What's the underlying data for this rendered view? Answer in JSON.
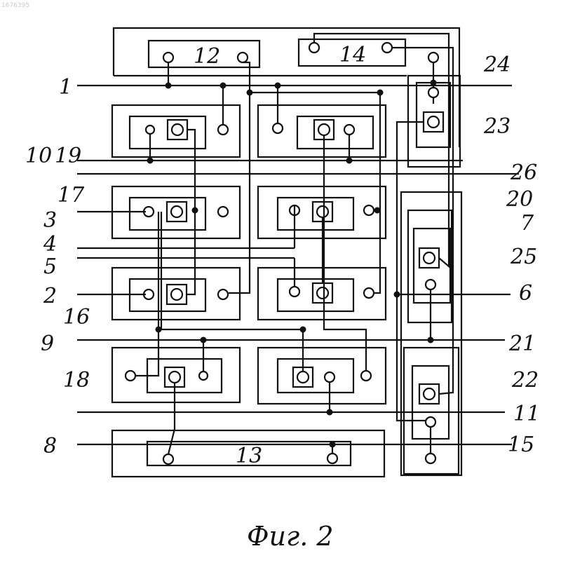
{
  "doc_id": "1676395",
  "caption": "Фиг. 2",
  "labels": {
    "l1": "1",
    "l2": "2",
    "l3": "3",
    "l4": "4",
    "l5": "5",
    "l6": "6",
    "l7": "7",
    "l8": "8",
    "l9": "9",
    "l10": "10",
    "l11": "11",
    "l12": "12",
    "l13": "13",
    "l14": "14",
    "l15": "15",
    "l16": "16",
    "l17": "17",
    "l18": "18",
    "l19": "19",
    "l20": "20",
    "l21": "21",
    "l22": "22",
    "l23": "23",
    "l24": "24",
    "l25": "25",
    "l26": "26"
  }
}
